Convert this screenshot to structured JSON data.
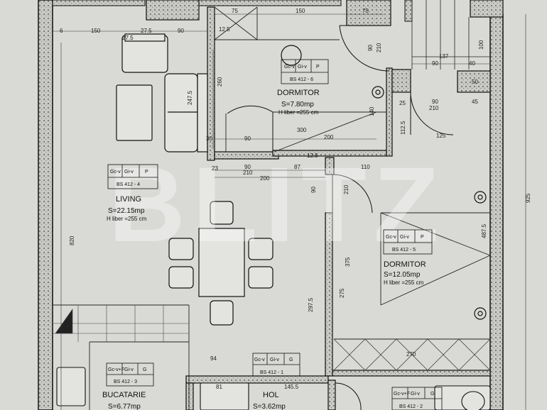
{
  "rooms": {
    "dormitor1": {
      "name": "DORMITOR",
      "area": "S=7.80mp",
      "height": "H liber =255 cm",
      "tag": "BS 412 - 6",
      "tag_cells": [
        "Gc-v",
        "Gi-v",
        "P"
      ]
    },
    "living": {
      "name": "LIVING",
      "area": "S=22.15mp",
      "height": "H liber =255 cm",
      "tag": "BS 412 - 4",
      "tag_cells": [
        "Gc-v",
        "Gi-v",
        "P"
      ]
    },
    "dormitor2": {
      "name": "DORMITOR",
      "area": "S=12.05mp",
      "height": "H liber =255 cm",
      "tag": "BS 412 - 5",
      "tag_cells": [
        "Gc-v",
        "Gi-v",
        "P"
      ]
    },
    "bucatarie": {
      "name": "BUCATARIE",
      "area": "S=6.77mp",
      "tag": "BS 412 - 3",
      "tag_cells": [
        "Gc-v+F",
        "Gi-v",
        "G"
      ]
    },
    "hol": {
      "name": "HOL",
      "area": "S=3.62mp",
      "tag": "BS 412 - 1",
      "tag_cells": [
        "Gc-v",
        "Gi-v",
        "G"
      ]
    },
    "baie": {
      "tag": "BS 412 - 2",
      "tag_cells": [
        "Gc-v+F",
        "Gi-v",
        "G"
      ]
    }
  },
  "dimensions": {
    "top_75": "75",
    "top_150": "150",
    "top_75b": "75",
    "d6": "6",
    "d150": "150",
    "d27_5": "27.5",
    "d90a": "90",
    "d12_5": "12.5",
    "d27_5b": "27.5",
    "d247_5": "247.5",
    "d260": "260",
    "d90b": "90",
    "d210a": "210",
    "d137": "137",
    "d100": "100",
    "d90c": "90",
    "d40": "40",
    "d50": "50",
    "d140": "140",
    "d25": "25",
    "d90d": "90",
    "d210b": "210",
    "d45": "45",
    "d112_5": "112.5",
    "d125": "125",
    "d300": "300",
    "d200a": "200",
    "d90e": "90",
    "d30": "30",
    "d12_5b": "12.5",
    "d23": "23",
    "d90f": "90",
    "d210c": "210",
    "d87": "87",
    "d110": "110",
    "d200b": "200",
    "d90g": "90",
    "d210d": "210",
    "d820": "820",
    "d925": "925",
    "d487_5": "487.5",
    "d375": "375",
    "d275": "275",
    "d297_5": "297.5",
    "d270": "270",
    "d94": "94",
    "d81": "81",
    "d145_5": "145.5"
  },
  "watermark": "BLITZ"
}
